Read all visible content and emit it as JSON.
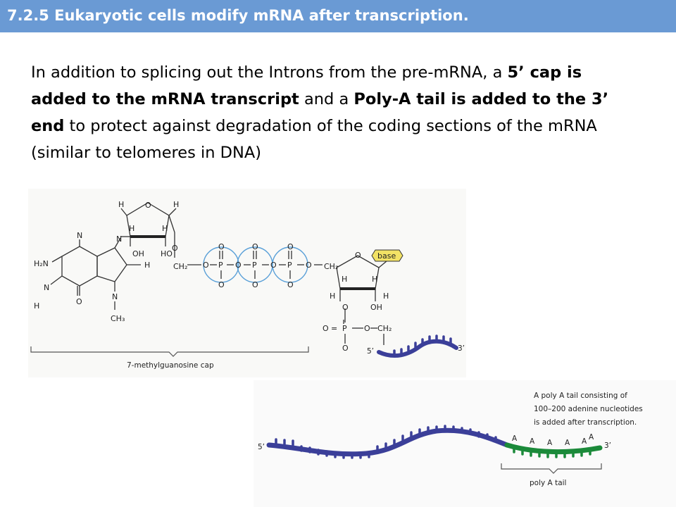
{
  "slide": {
    "title": "7.2.5 Eukaryotic cells modify mRNA after transcription.",
    "paragraph": {
      "t1": "In addition to splicing out the Introns from the pre-mRNA, a ",
      "b1": "5’ cap is added to the mRNA transcript",
      "t2": " and a ",
      "b2": "Poly-A tail is added to the 3’ end",
      "t3": " to protect against degradation of the coding sections of the mRNA (similar to telomeres in DNA)"
    }
  },
  "colors": {
    "title_bar": "#6a9ad4",
    "mrna_strand": "#3b3f99",
    "poly_a": "#1b8a3a",
    "phosphate_circles": "#5aa0d8",
    "base_tag": "#f2e265"
  },
  "figure_cap": {
    "atoms": {
      "o": "O",
      "h": "H",
      "n": "N",
      "oh": "OH",
      "ho": "HO",
      "h2n": "H₂N",
      "ch2": "CH₂",
      "ch3": "CH₃",
      "p": "P",
      "eq": "="
    },
    "base_label": "base",
    "caption": "7-methylguanosine cap",
    "five_prime": "5’",
    "three_prime": "3’"
  },
  "figure_tail": {
    "five_prime": "5’",
    "three_prime": "3’",
    "note_lines": [
      "A poly A tail consisting of",
      "100–200 adenine nucleotides",
      "is added after transcription."
    ],
    "adenine_letter": "A",
    "bracket_label": "poly A tail"
  }
}
